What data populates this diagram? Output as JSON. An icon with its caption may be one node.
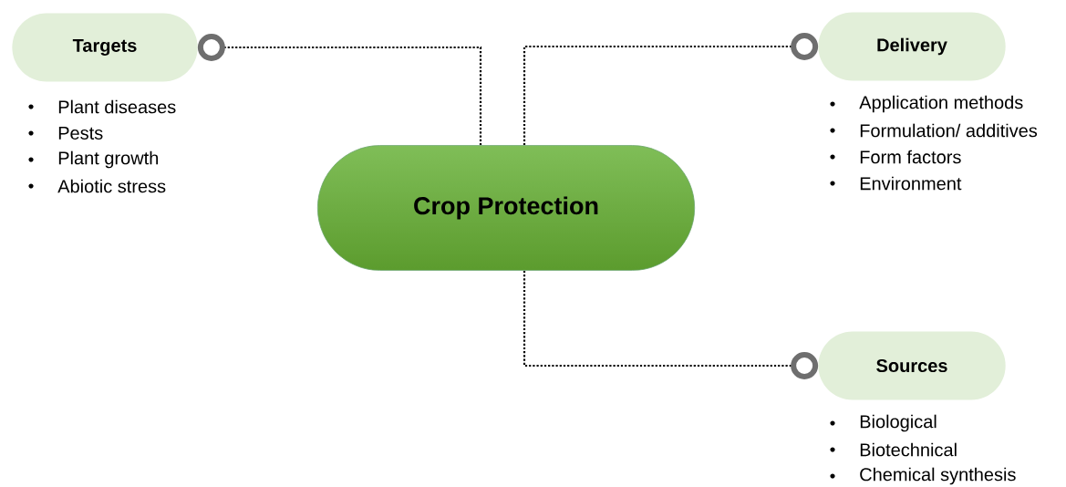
{
  "diagram": {
    "nodes": [
      {
        "text": [
          "Crop Protection"
        ]
      },
      {
        "text": [
          "Targets"
        ],
        "beside": [
          "Plant diseases",
          "Pests",
          "Plant growth",
          "Abiotic stress"
        ]
      },
      {
        "text": [
          "Delivery"
        ],
        "beside": [
          "Application methods",
          "Formulation/ additives",
          "Form factors",
          "Environment"
        ]
      },
      {
        "text": [
          "Sources"
        ],
        "beside": [
          "Biological",
          "Biotechnical",
          "Chemical synthesis"
        ]
      }
    ],
    "edges": [
      {
        "from": 0,
        "to": 1,
        "arrow": "other"
      },
      {
        "from": 0,
        "to": 2,
        "arrow": "other"
      },
      {
        "from": 0,
        "to": 3,
        "arrow": "other"
      }
    ]
  }
}
